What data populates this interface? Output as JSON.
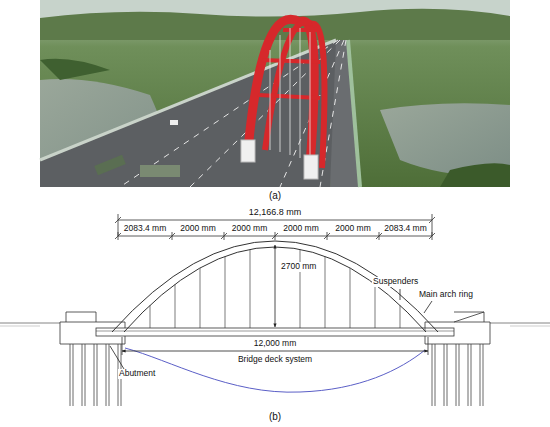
{
  "diagram": {
    "labels": [
      "(a)",
      "12,166.8 mm",
      "2083.4 mm",
      "2000 mm",
      "2000 mm",
      "2000 mm",
      "2000 mm",
      "2083.4 mm",
      "2700 mm",
      "Suspenders",
      "Main arch ring",
      "12,000 mm",
      "Bridge deck system",
      "Abutment",
      "(b)"
    ]
  }
}
